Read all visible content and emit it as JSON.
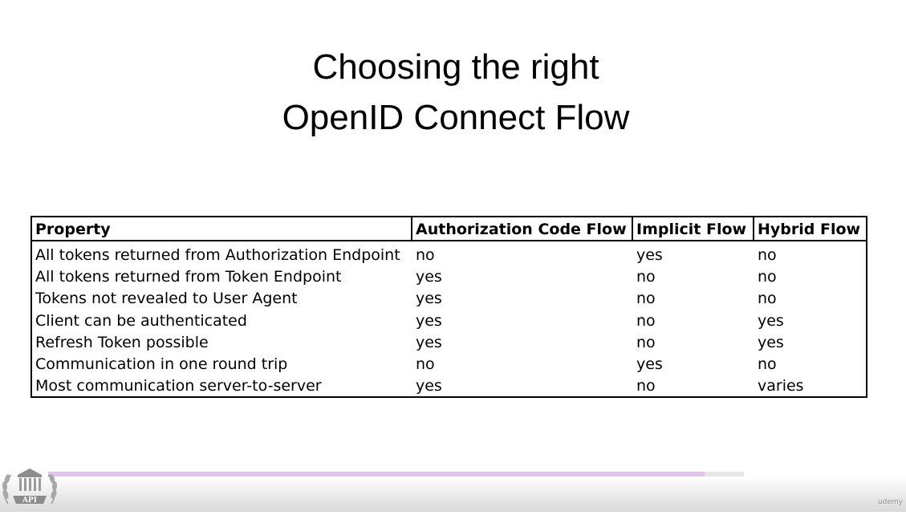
{
  "slide": {
    "title_line1": "Choosing the right",
    "title_line2": "OpenID Connect Flow"
  },
  "table": {
    "headers": [
      "Property",
      "Authorization Code Flow",
      "Implicit Flow",
      "Hybrid Flow"
    ],
    "rows": [
      [
        "All tokens returned from Authorization Endpoint",
        "no",
        "yes",
        "no"
      ],
      [
        "All tokens returned from Token Endpoint",
        "yes",
        "no",
        "no"
      ],
      [
        "Tokens not revealed to User Agent",
        "yes",
        "no",
        "no"
      ],
      [
        "Client can be authenticated",
        "yes",
        "no",
        "yes"
      ],
      [
        "Refresh Token possible",
        "yes",
        "no",
        "yes"
      ],
      [
        "Communication in one round trip",
        "no",
        "yes",
        "no"
      ],
      [
        "Most communication server-to-server",
        "yes",
        "no",
        "varies"
      ]
    ]
  },
  "player": {
    "progress_fraction": 0.943,
    "progress_color": "#e0c4ee",
    "logo_text": "API",
    "logo_icon": "laurel-pillars-logo",
    "watermark": "udemy"
  }
}
